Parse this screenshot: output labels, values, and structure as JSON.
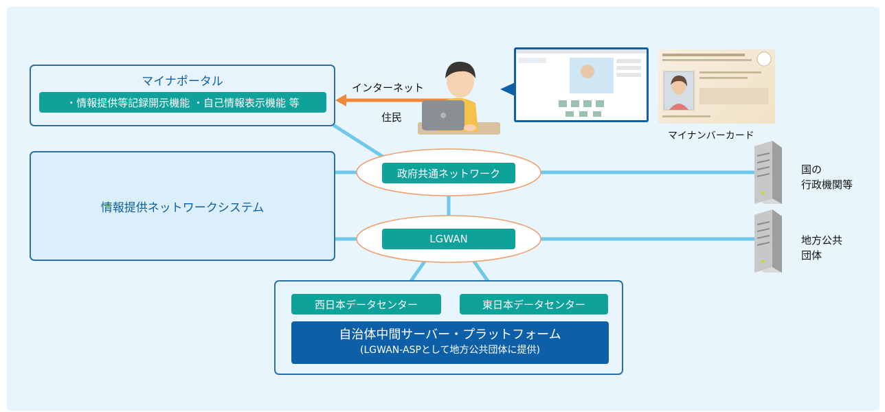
{
  "portal": {
    "title": "マイナポータル",
    "features": "・情報提供等記録開示機能 ・自己情報表示機能 等"
  },
  "internet_label": "インターネット",
  "resident_label": "住民",
  "card_label": "マイナンバーカード",
  "info_network": {
    "title": "情報提供ネットワークシステム"
  },
  "networks": {
    "gov_common": "政府共通ネットワーク",
    "lgwan": "LGWAN"
  },
  "endpoints": {
    "national": [
      "国の",
      "行政機関等"
    ],
    "local": [
      "地方公共",
      "団体"
    ]
  },
  "platform": {
    "west_dc": "西日本データセンター",
    "east_dc": "東日本データセンター",
    "title": "自治体中間サーバー・プラットフォーム",
    "subtitle": "(LGWAN-ASPとして地方公共団体に提供)"
  },
  "colors": {
    "teal": "#0fa29a",
    "navy": "#0d5fa8",
    "box_border": "#2a6fa8",
    "link": "#6fc7ea",
    "arrow": "#f08a3a",
    "ring": "#f0a070",
    "background": "#e8f5fc"
  }
}
